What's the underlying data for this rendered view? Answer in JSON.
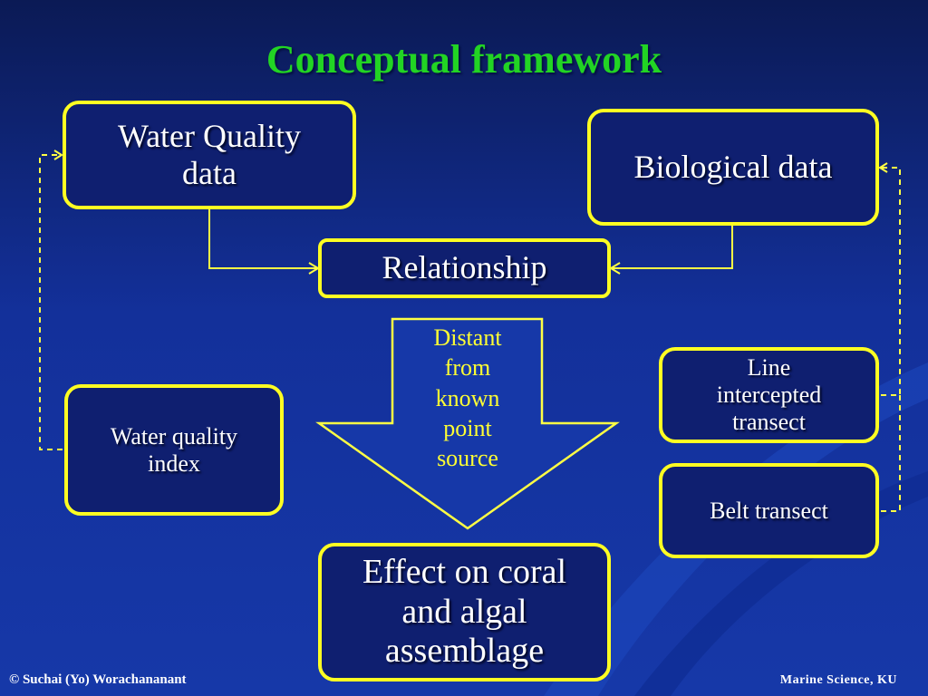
{
  "title": "Conceptual framework",
  "boxes": {
    "water_quality_data": [
      "Water Quality",
      "data"
    ],
    "biological_data": "Biological data",
    "relationship": "Relationship",
    "water_quality_index": [
      "Water quality",
      "index"
    ],
    "line_intercepted_transect": [
      "Line",
      "intercepted",
      "transect"
    ],
    "belt_transect": "Belt transect",
    "effect": [
      "Effect on coral",
      "and algal",
      "assemblage"
    ]
  },
  "arrow_label": [
    "Distant",
    "from",
    "known",
    "point",
    "source"
  ],
  "footer": {
    "left": "© Suchai (Yo) Worachananant",
    "right": "Marine Science, KU"
  },
  "colors": {
    "title": "#22d424",
    "border": "#ffff22",
    "connector": "#ffff44",
    "arrow_text": "#ffff33",
    "background": "#1638a8"
  }
}
